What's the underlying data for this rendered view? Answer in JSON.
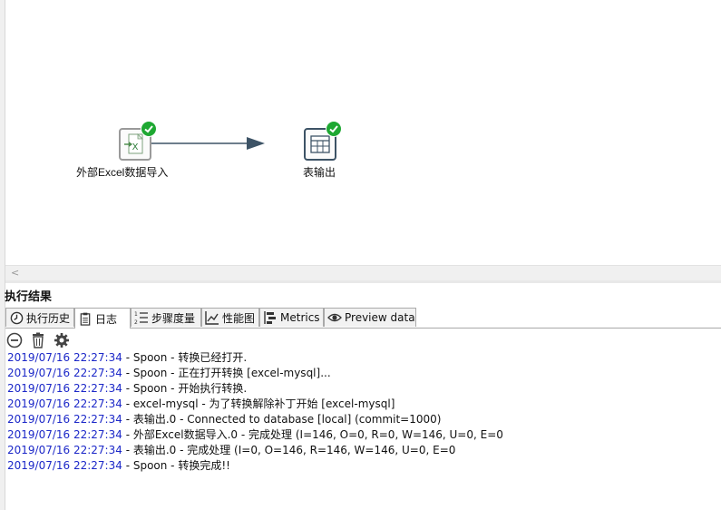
{
  "canvas": {
    "steps": [
      {
        "label": "外部Excel数据导入",
        "icon": "excel-input-icon"
      },
      {
        "label": "表输出",
        "icon": "table-output-icon"
      }
    ],
    "hop": "hop-arrow"
  },
  "results": {
    "title": "执行结果",
    "tabs": [
      {
        "label": "执行历史",
        "icon": "history-icon"
      },
      {
        "label": "日志",
        "icon": "log-icon"
      },
      {
        "label": "步骤度量",
        "icon": "step-metrics-icon"
      },
      {
        "label": "性能图",
        "icon": "performance-graph-icon"
      },
      {
        "label": "Metrics",
        "icon": "metrics-icon"
      },
      {
        "label": "Preview data",
        "icon": "eye-icon"
      }
    ],
    "active_tab": "日志",
    "toolbar": [
      "stop-icon",
      "trash-icon",
      "gear-icon"
    ],
    "log_lines": [
      {
        "ts": "2019/07/16 22:27:34",
        "msg": " - Spoon - 转换已经打开."
      },
      {
        "ts": "2019/07/16 22:27:34",
        "msg": " - Spoon - 正在打开转换 [excel-mysql]..."
      },
      {
        "ts": "2019/07/16 22:27:34",
        "msg": " - Spoon - 开始执行转换."
      },
      {
        "ts": "2019/07/16 22:27:34",
        "msg": " - excel-mysql - 为了转换解除补丁开始  [excel-mysql]"
      },
      {
        "ts": "2019/07/16 22:27:34",
        "msg": " - 表输出.0 - Connected to database [local] (commit=1000)"
      },
      {
        "ts": "2019/07/16 22:27:34",
        "msg": " - 外部Excel数据导入.0 - 完成处理 (I=146, O=0, R=0, W=146, U=0, E=0"
      },
      {
        "ts": "2019/07/16 22:27:34",
        "msg": " - 表输出.0 - 完成处理 (I=0, O=146, R=146, W=146, U=0, E=0"
      },
      {
        "ts": "2019/07/16 22:27:34",
        "msg": " - Spoon - 转换完成!!"
      }
    ]
  },
  "colors": {
    "timestamp": "#1c28c8",
    "check": "#1ea832",
    "hop": "#3d5366"
  }
}
